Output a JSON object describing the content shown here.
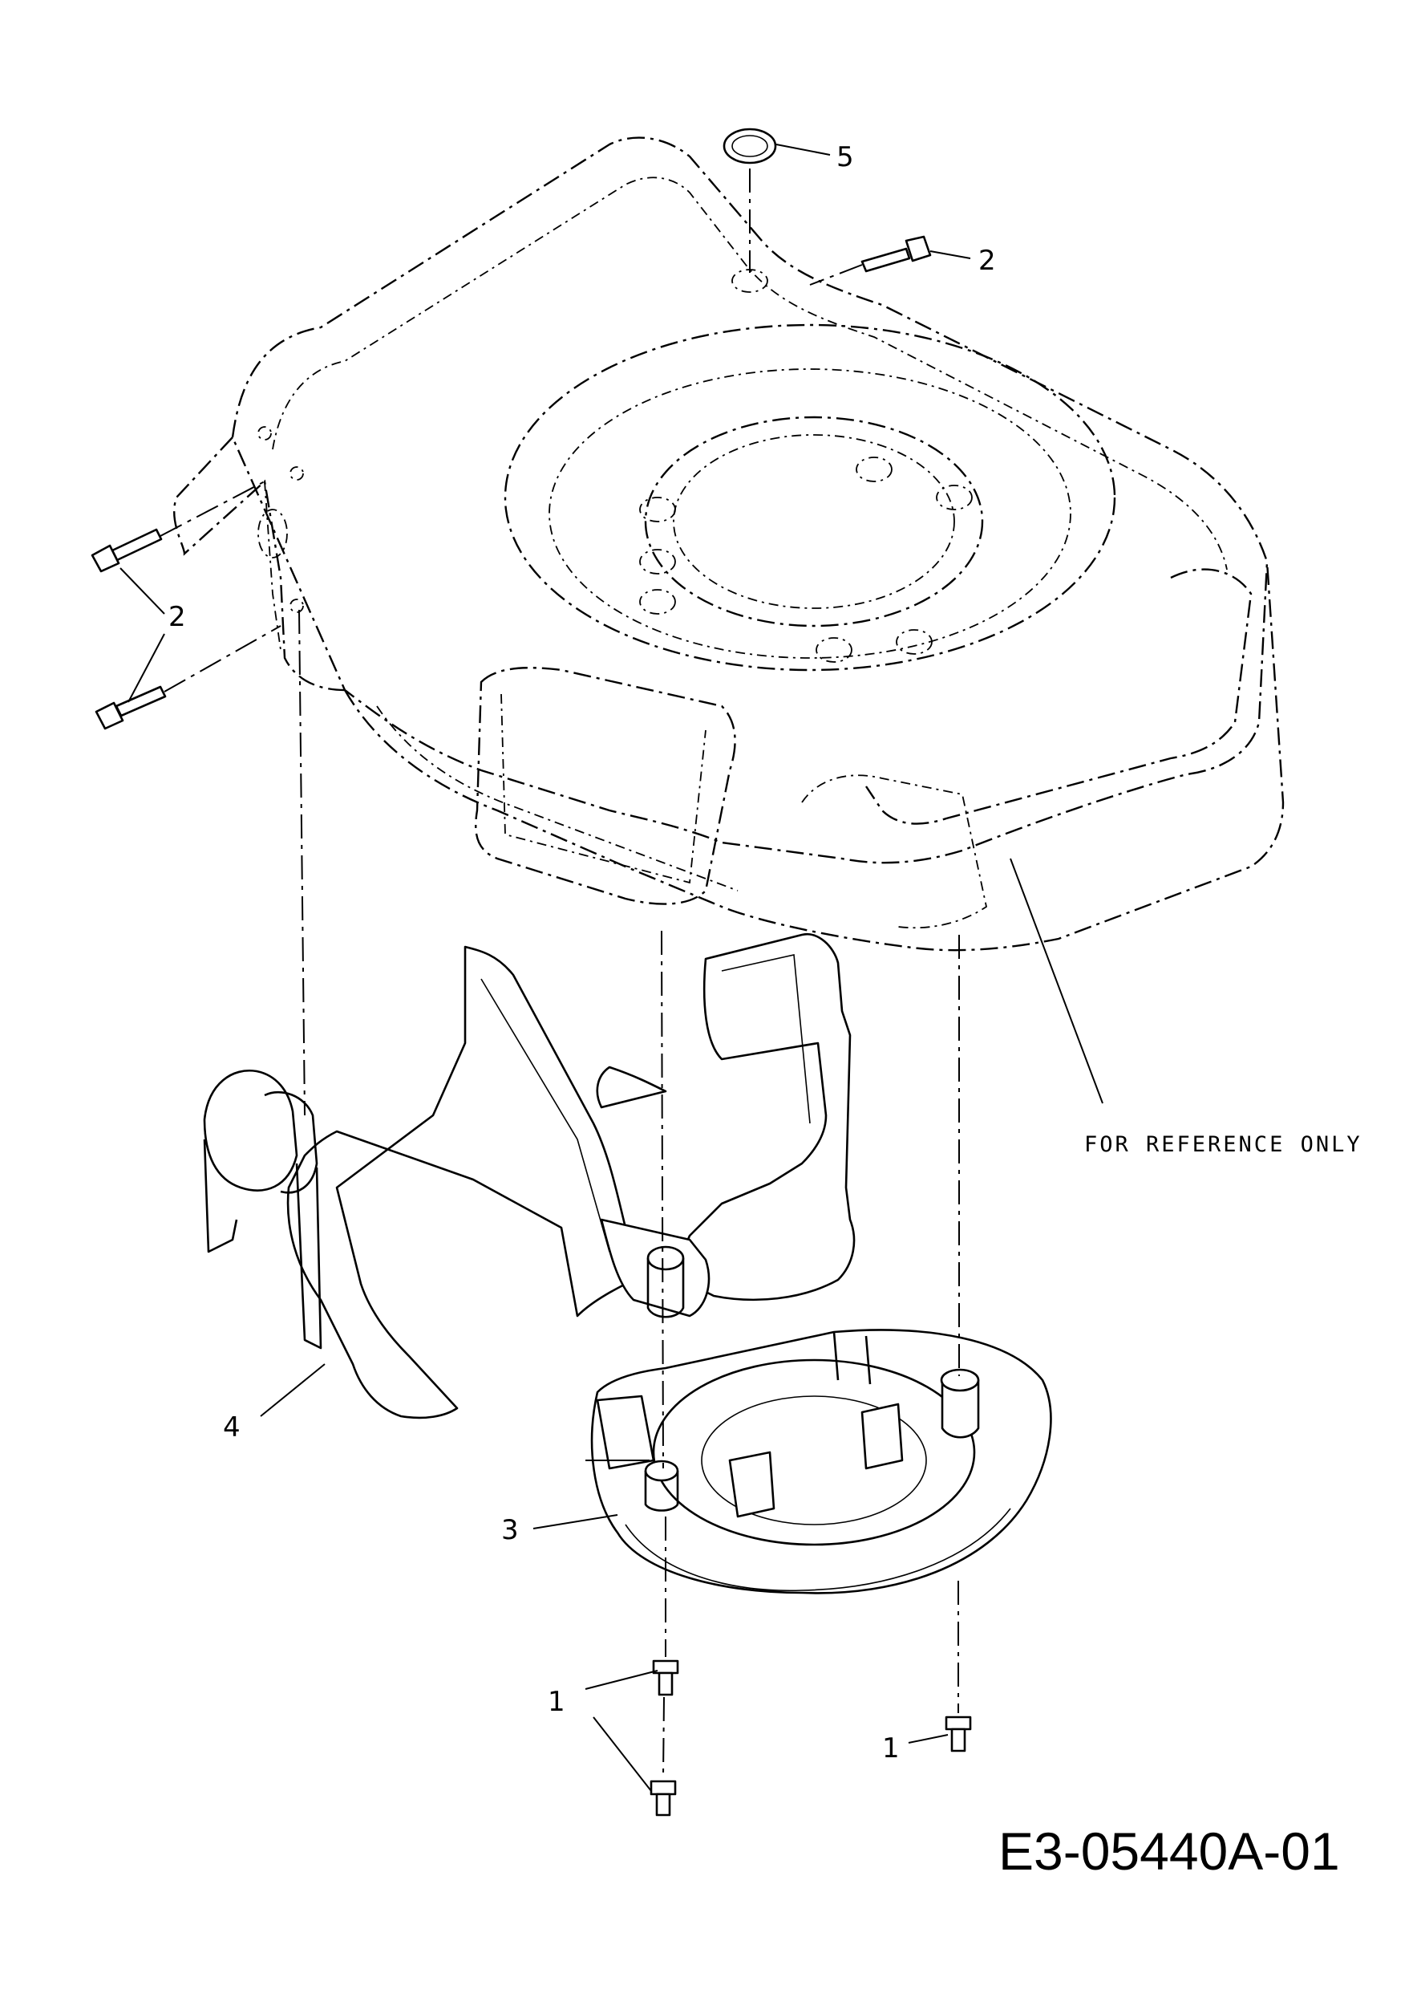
{
  "diagram": {
    "drawing_number": "E3-05440A-01",
    "reference_note": "FOR REFERENCE ONLY",
    "callouts": [
      {
        "id": "c5",
        "label": "5"
      },
      {
        "id": "c2a",
        "label": "2"
      },
      {
        "id": "c2b",
        "label": "2"
      },
      {
        "id": "c4",
        "label": "4"
      },
      {
        "id": "c3",
        "label": "3"
      },
      {
        "id": "c1a",
        "label": "1"
      },
      {
        "id": "c1b",
        "label": "1"
      }
    ]
  }
}
